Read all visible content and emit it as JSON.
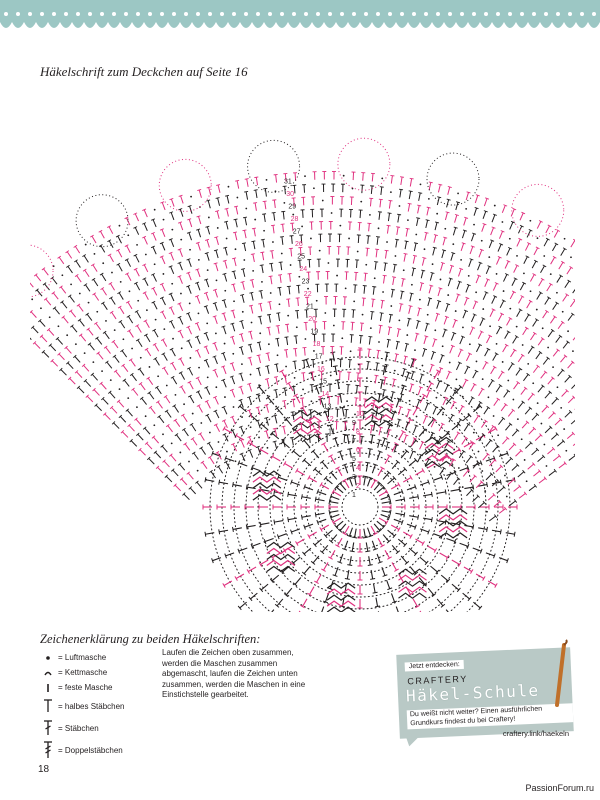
{
  "colors": {
    "accent": "#e0317f",
    "ink": "#231f20",
    "teal": "#b9c9c6",
    "border": "#9cc7c4"
  },
  "header": {
    "title": "Häkelschrift zum Deckchen auf Seite 16"
  },
  "diagram": {
    "row_numbers": [
      "1",
      "2",
      "3",
      "4",
      "5",
      "6",
      "7",
      "8",
      "9",
      "10",
      "11",
      "12",
      "13",
      "14",
      "15",
      "16",
      "17",
      "18",
      "19",
      "20",
      "21",
      "22",
      "23",
      "24",
      "25",
      "26",
      "27",
      "28",
      "29",
      "30",
      "31"
    ]
  },
  "legend": {
    "title": "Zeichenerklärung zu beiden Häkelschriften:",
    "items": [
      {
        "icon": "dot-icon",
        "label": "= Luftmasche"
      },
      {
        "icon": "arc-icon",
        "label": "= Kettmasche"
      },
      {
        "icon": "bar-icon",
        "label": "= feste Masche"
      },
      {
        "icon": "half-double-icon",
        "label": "= halbes Stäbchen"
      },
      {
        "icon": "double-icon",
        "label": "= Stäbchen"
      },
      {
        "icon": "treble-icon",
        "label": "= Doppelstäbchen"
      }
    ],
    "note": "Laufen die Zeichen oben zusammen, werden die Maschen zusammen abgemascht, laufen die Zeichen unten zusammen, werden die Maschen in eine Einstichstelle gearbeitet."
  },
  "promo": {
    "tag": "Jetzt entdecken:",
    "brand": "CRAFTERY",
    "school": "Häkel-Schule",
    "text": "Du weißt nicht weiter? Einen ausführlichen Grundkurs findest du bei Craftery!",
    "link": "craftery.link/haekeln"
  },
  "footer": {
    "page_number": "18",
    "watermark": "PassionForum.ru"
  }
}
